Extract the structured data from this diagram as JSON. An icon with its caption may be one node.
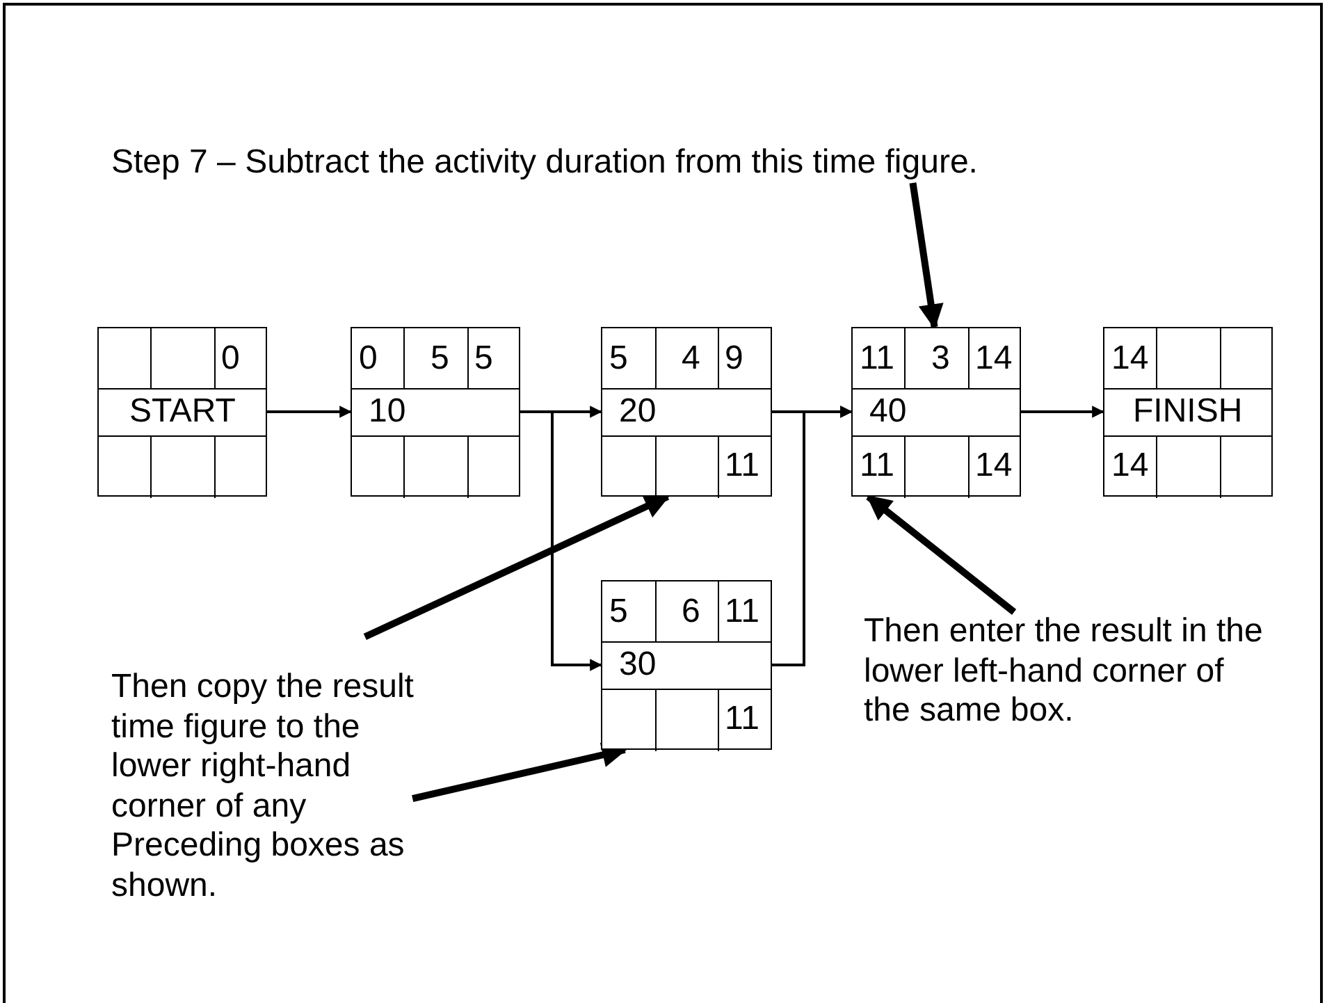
{
  "diagram": {
    "nodes": [
      {
        "text": [
          "Step 7 – Subtract the activity duration from this time figure."
        ]
      },
      {
        "text": [
          "0",
          "START"
        ]
      },
      {
        "text": [
          "0",
          "5",
          "5",
          "10"
        ]
      },
      {
        "text": [
          "5",
          "4",
          "9",
          "20",
          "11"
        ]
      },
      {
        "text": [
          "11",
          "3",
          "14",
          "40",
          "11",
          "14"
        ]
      },
      {
        "text": [
          "14",
          "FINISH",
          "14"
        ]
      },
      {
        "text": [
          "5",
          "6",
          "11",
          "30",
          "11"
        ]
      },
      {
        "text": [
          "Then enter the result in the lower left-hand corner of the same box."
        ]
      },
      {
        "text": [
          "Then copy the result time figure to the lower right-hand corner of any Preceding boxes as shown."
        ]
      }
    ],
    "edges": [
      {
        "from": 1,
        "to": 2,
        "arrow": "to"
      },
      {
        "from": 2,
        "to": 3,
        "arrow": "to"
      },
      {
        "from": 2,
        "to": 6,
        "arrow": "to"
      },
      {
        "from": 3,
        "to": 4,
        "arrow": "to"
      },
      {
        "from": 6,
        "to": 4,
        "arrow": "to"
      },
      {
        "from": 4,
        "to": 5,
        "arrow": "to"
      },
      {
        "from": 0,
        "to": 4,
        "arrow": "to",
        "style": "thick"
      },
      {
        "from": 7,
        "to": 4,
        "arrow": "to",
        "style": "thick"
      },
      {
        "from": 8,
        "to": 3,
        "arrow": "to",
        "style": "thick"
      },
      {
        "from": 8,
        "to": 6,
        "arrow": "to",
        "style": "thick"
      }
    ]
  }
}
